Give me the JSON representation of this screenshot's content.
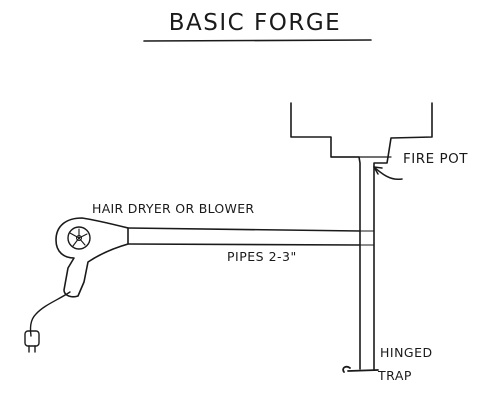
{
  "title": "BASIC FORGE",
  "labels": {
    "fire_pot": "FIRE POT",
    "hair_dryer": "HAIR DRYER OR BLOWER",
    "pipes": "PIPES 2-3\"",
    "hinged": "HINGED",
    "trap": "TRAP"
  },
  "colors": {
    "ink": "#1a1a1a",
    "paper": "#ffffff"
  },
  "icons": {
    "blower": "hair-dryer-icon",
    "plug": "plug-icon"
  }
}
